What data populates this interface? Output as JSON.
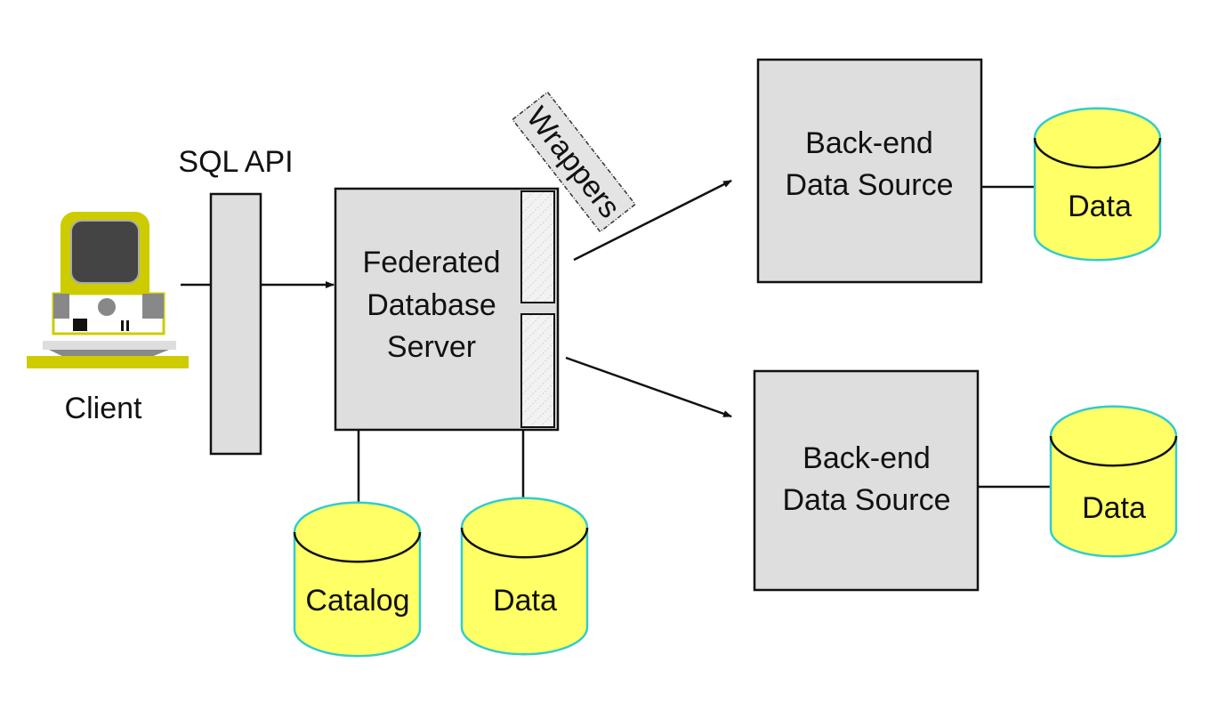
{
  "client": {
    "label": "Client",
    "icon": "computer-icon"
  },
  "sql_api": {
    "label": "SQL API"
  },
  "federated_server": {
    "lines": [
      "Federated",
      "Database",
      "Server"
    ]
  },
  "wrappers": {
    "label": "Wrappers"
  },
  "backends": [
    {
      "lines": [
        "Back-end",
        "Data Source"
      ],
      "store": "Data"
    },
    {
      "lines": [
        "Back-end",
        "Data Source"
      ],
      "store": "Data"
    }
  ],
  "local_stores": [
    {
      "label": "Catalog"
    },
    {
      "label": "Data"
    }
  ],
  "colors": {
    "box": "#dedede",
    "cylinder": "#ffff66",
    "cylinder_border": "#33cccc",
    "client_icon": "#cccc00"
  }
}
